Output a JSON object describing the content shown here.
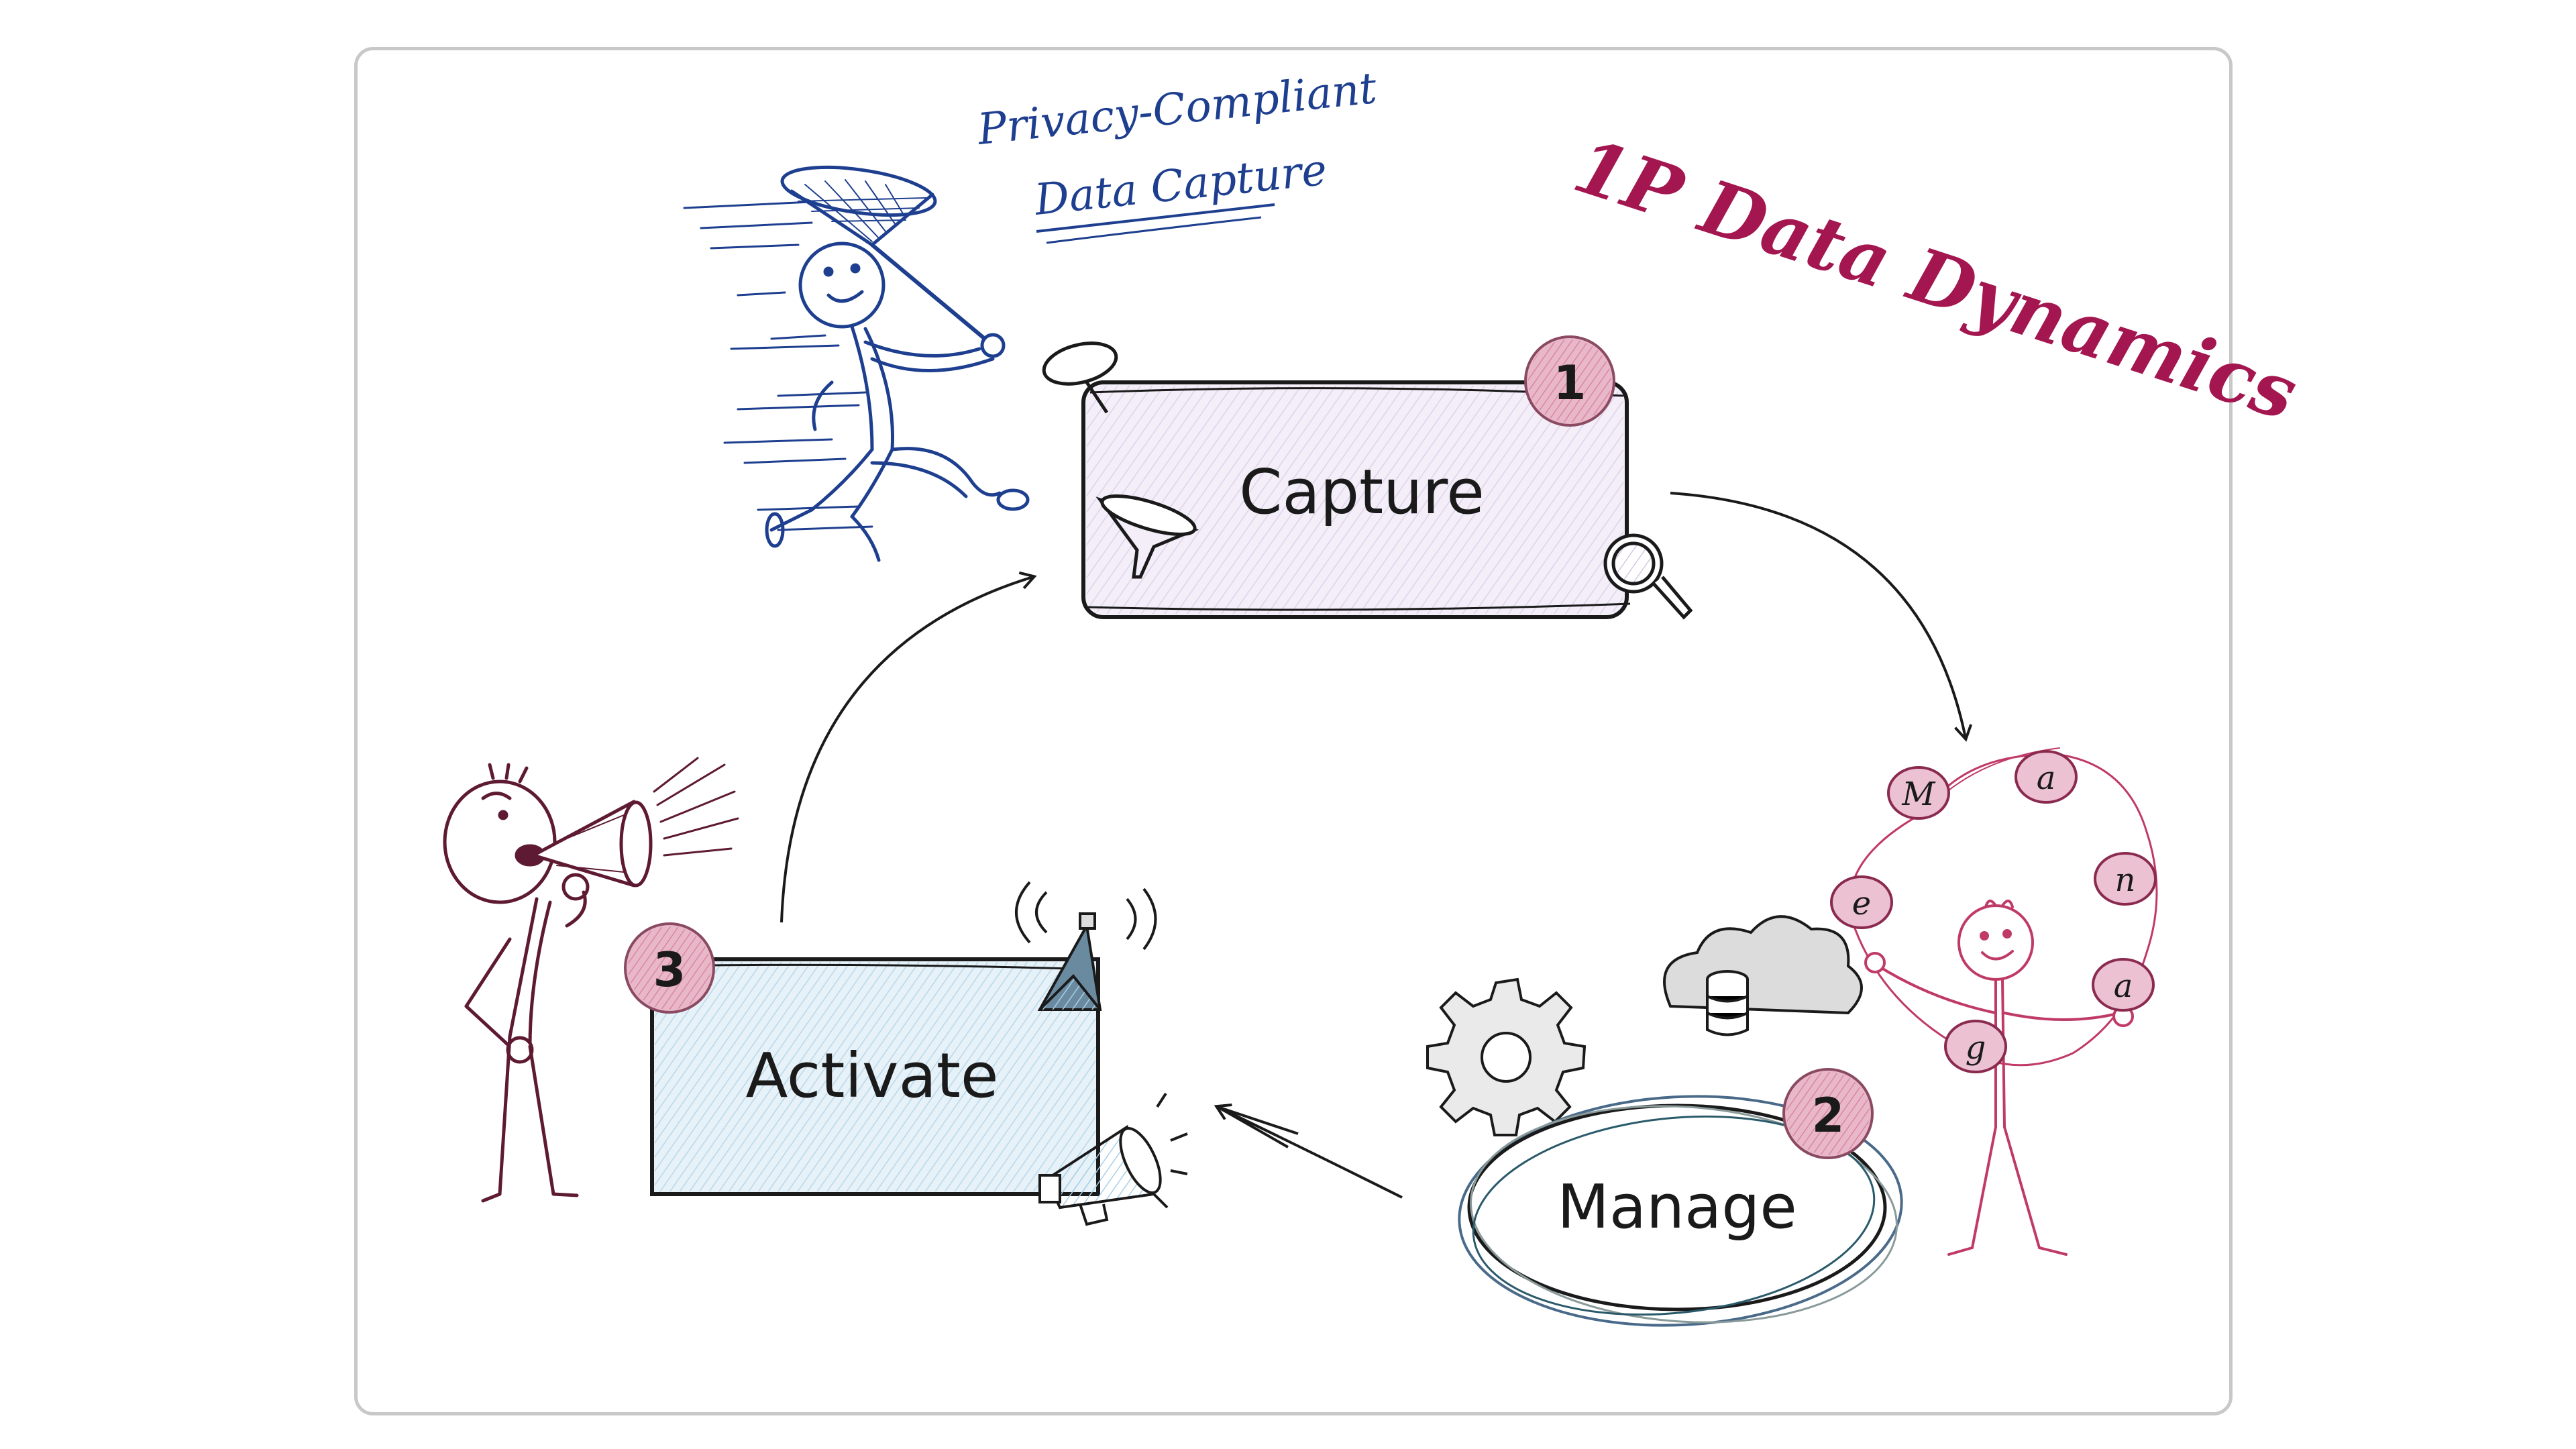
{
  "title": "1P Data Dynamics",
  "subtitle": {
    "line1": "Privacy-Compliant",
    "line2": "Data Capture"
  },
  "steps": [
    {
      "number": "1",
      "label": "Capture"
    },
    {
      "number": "2",
      "label": "Manage"
    },
    {
      "number": "3",
      "label": "Activate"
    }
  ],
  "juggler_letters": [
    "M",
    "a",
    "n",
    "a",
    "g",
    "e"
  ],
  "colors": {
    "title": "#a3164f",
    "subtitle": "#1e3f8f",
    "capture_fill": "#f3eef8",
    "activate_fill": "#e6f1f8",
    "badge": "#e8b8c9",
    "ink": "#1a1a1a",
    "maroon": "#5e1a32",
    "juggler": "#c03a66"
  },
  "icons": [
    "funnel-icon",
    "magnifier-icon",
    "pin-icon",
    "flag-icon",
    "megaphone-icon",
    "gear-icon",
    "cloud-database-icon"
  ]
}
